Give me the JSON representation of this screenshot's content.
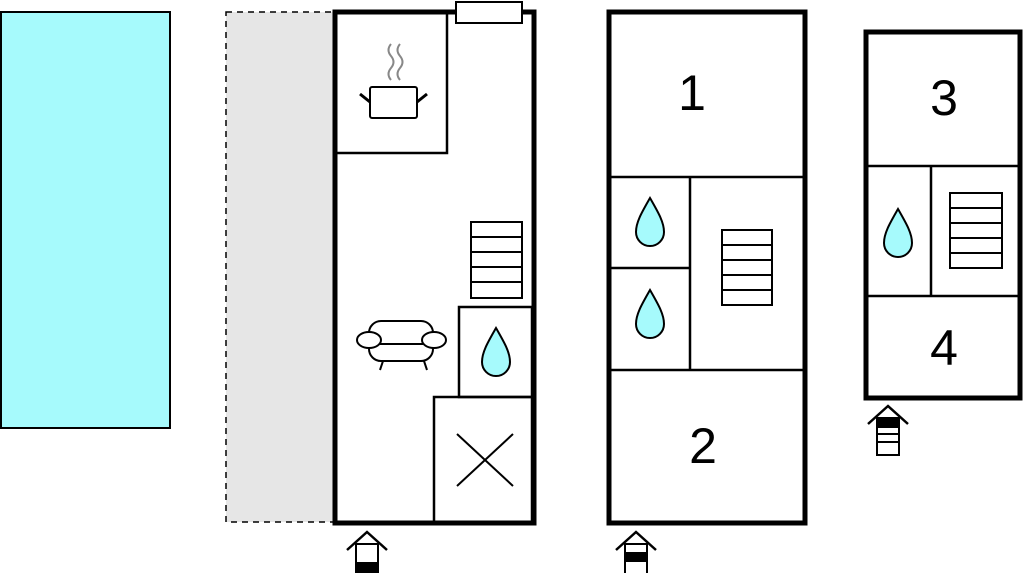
{
  "plan": {
    "colors": {
      "pool": "#a6fafc",
      "terrace": "#e6e6e6",
      "water": "#a6fafc",
      "steam": "#888888"
    },
    "upper_floor": {
      "room_labels": [
        "1",
        "2"
      ]
    },
    "top_floor": {
      "room_labels": [
        "3",
        "4"
      ]
    },
    "icons": [
      "pot-icon",
      "sofa-icon",
      "water-drop-icon",
      "stairs-icon",
      "entrance-icon",
      "cross-icon"
    ]
  }
}
